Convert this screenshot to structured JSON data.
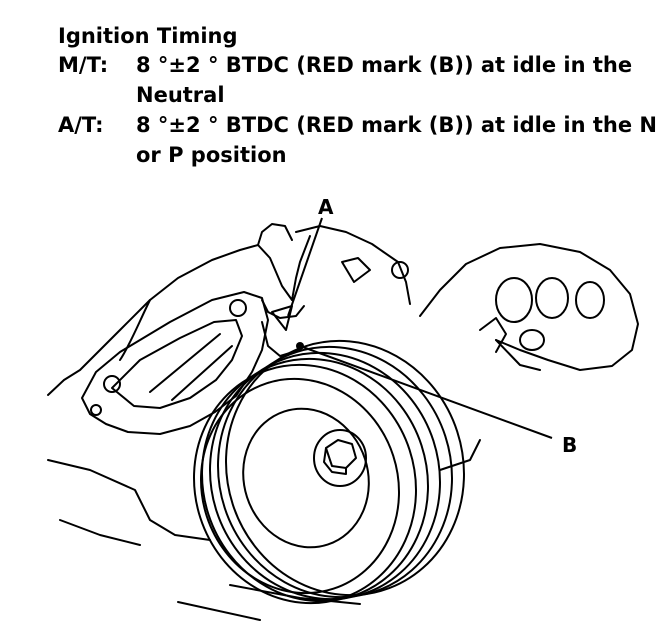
{
  "spec": {
    "title": "Ignition Timing",
    "rows": [
      {
        "key": "M/T:",
        "value": "8 °±2 ° BTDC (RED mark (B)) at idle in the Neutral"
      },
      {
        "key": "A/T:",
        "value": "8 °±2 ° BTDC (RED mark (B)) at idle in the N or P position"
      }
    ]
  },
  "figure": {
    "callout_a": "A",
    "callout_b": "B"
  }
}
